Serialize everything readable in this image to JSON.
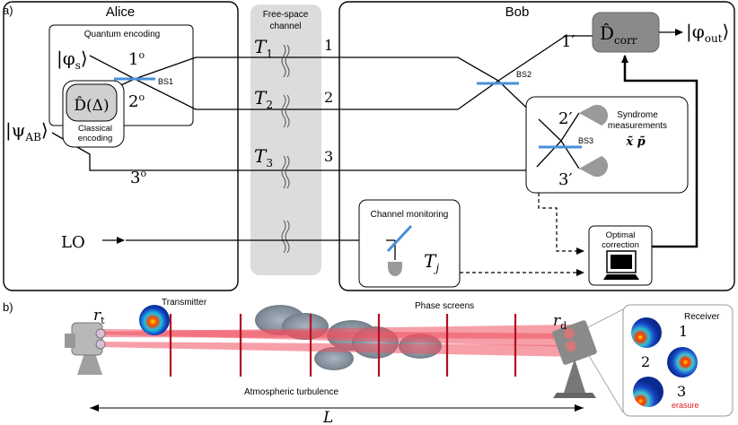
{
  "panel_a": {
    "label": "a)",
    "alice": {
      "title": "Alice",
      "quantum_encoding_title": "Quantum encoding",
      "phi_s": "|φ",
      "phi_s_sub": "s",
      "phi_s_close": "⟩",
      "out_1": "1",
      "out_1_circ": "o",
      "out_2": "2",
      "out_2_circ": "o",
      "out_3": "3",
      "out_3_circ": "o",
      "bs1": "BS1",
      "d_operator": "D̂(Δ)",
      "classical_encoding_1": "Classical",
      "classical_encoding_2": "encoding",
      "psi_ab": "|ψ",
      "psi_ab_sub": "AB",
      "psi_ab_close": "⟩",
      "lo": "LO"
    },
    "channel": {
      "title_line1": "Free-space",
      "title_line2": "channel",
      "t1": "T",
      "t1_sub": "1",
      "t2": "T",
      "t2_sub": "2",
      "t3": "T",
      "t3_sub": "3",
      "line_1": "1",
      "line_2": "2",
      "line_3": "3"
    },
    "bob": {
      "title": "Bob",
      "d_corr": "D̂",
      "d_corr_sub": "corr",
      "phi_out": "|φ",
      "phi_out_sub": "out",
      "phi_out_close": "⟩",
      "one_prime": "1′",
      "two_prime": "2′",
      "three_prime": "3′",
      "bs2": "BS2",
      "bs3": "BS3",
      "syndrome_1": "Syndrome",
      "syndrome_2": "measurements",
      "quadratures": "x̃  p̃",
      "channel_monitoring": "Channel monitoring",
      "tj": "T",
      "tj_sub": "j",
      "optimal_1": "Optimal",
      "optimal_2": "correction"
    }
  },
  "panel_b": {
    "label": "b)",
    "r_t": "r",
    "r_t_sub": "t",
    "r_d": "r",
    "r_d_sub": "d",
    "transmitter": "Transmitter",
    "phase_screens": "Phase screens",
    "atmospheric_turbulence": "Atmospheric turbulence",
    "receiver": "Receiver",
    "rx_1": "1",
    "rx_2": "2",
    "rx_3": "3",
    "erasure": "erasure",
    "distance": "L"
  },
  "colors": {
    "beam_splitter": "#4a90d9",
    "channel_band": "#dcdcdc",
    "d_corr_box": "#8a8a8a",
    "beam": "#f05060",
    "phase_screen": "#b01020",
    "erasure": "#e02020"
  }
}
